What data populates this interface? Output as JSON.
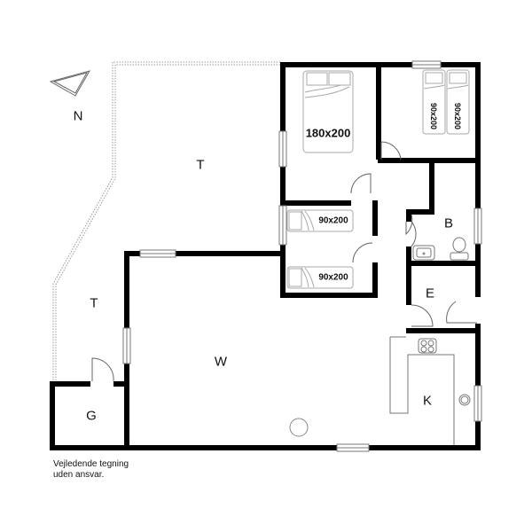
{
  "plan": {
    "compass_label": "N",
    "rooms": {
      "terrace_top": "T",
      "terrace_left": "T",
      "living": "W",
      "bath": "B",
      "entrance": "E",
      "kitchen": "K",
      "shed": "G"
    },
    "beds": {
      "master": "180x200",
      "twin_1": "90x200",
      "twin_2": "90x200",
      "bunk_upper": "90x200",
      "bunk_lower": "90x200"
    },
    "note_line_1": "Vejledende tegning",
    "note_line_2": "uden ansvar.",
    "colors": {
      "wall": "#000000",
      "background": "#ffffff",
      "fixture_stroke": "#888888",
      "terrace_outline": "#999999"
    }
  }
}
